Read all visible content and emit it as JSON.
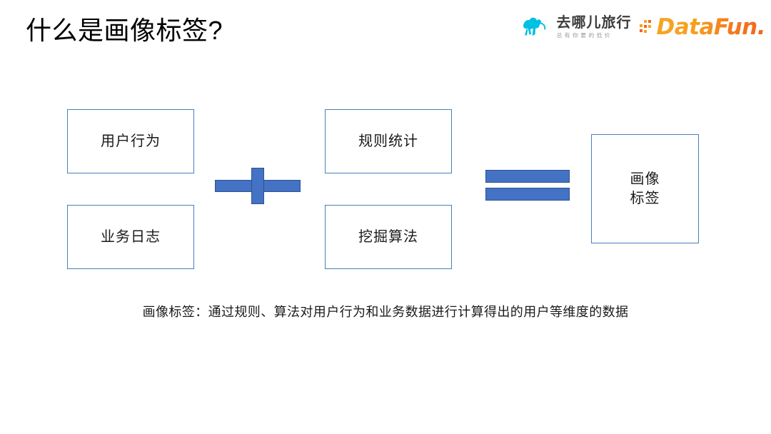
{
  "slide": {
    "title": "什么是画像标签?",
    "background_color": "#ffffff",
    "accent_color": "#4472c4",
    "box_border_color": "#4a7ebb",
    "text_color": "#1a1a1a"
  },
  "logos": {
    "qunar": {
      "icon": "camel-icon",
      "icon_color": "#00c0e4",
      "name": "去哪儿旅行",
      "tagline": "总有你要的低价"
    },
    "datafun": {
      "icon": "dots-icon",
      "name": "DataFun.",
      "color": "#f5a623"
    }
  },
  "diagram": {
    "inputs": [
      {
        "label": "用户行为"
      },
      {
        "label": "业务日志"
      }
    ],
    "operator_plus": "+",
    "methods": [
      {
        "label": "规则统计"
      },
      {
        "label": "挖掘算法"
      }
    ],
    "operator_equals": "=",
    "result": {
      "label": "画像\n标签"
    }
  },
  "caption": {
    "text": "画像标签：通过规则、算法对用户行为和业务数据进行计算得出的用户等维度的数据"
  }
}
